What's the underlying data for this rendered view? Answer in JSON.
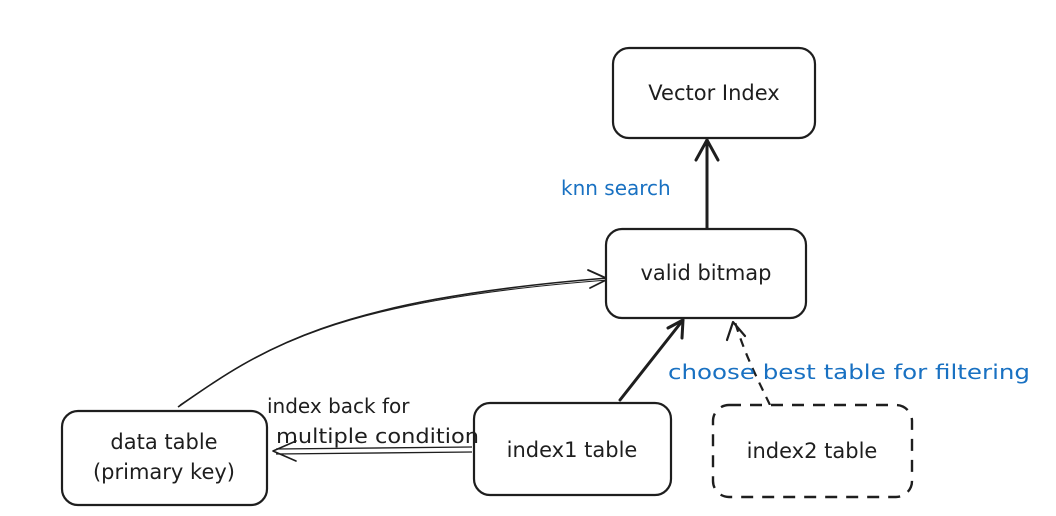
{
  "colors": {
    "stroke": "#1e1e1e",
    "annotation": "#1971c2",
    "background": "#ffffff"
  },
  "nodes": {
    "vector_index": {
      "label": "Vector Index"
    },
    "valid_bitmap": {
      "label": "valid bitmap"
    },
    "data_table": {
      "label_line1": "data table",
      "label_line2": "(primary key)"
    },
    "index1_table": {
      "label": "index1 table"
    },
    "index2_table": {
      "label": "index2 table"
    }
  },
  "edges": {
    "knn_search": {
      "label": "knn search"
    },
    "choose_best": {
      "label": "choose best table for filtering"
    },
    "index_back": {
      "label_line1": "index back for",
      "label_line2": "multiple condition"
    }
  }
}
